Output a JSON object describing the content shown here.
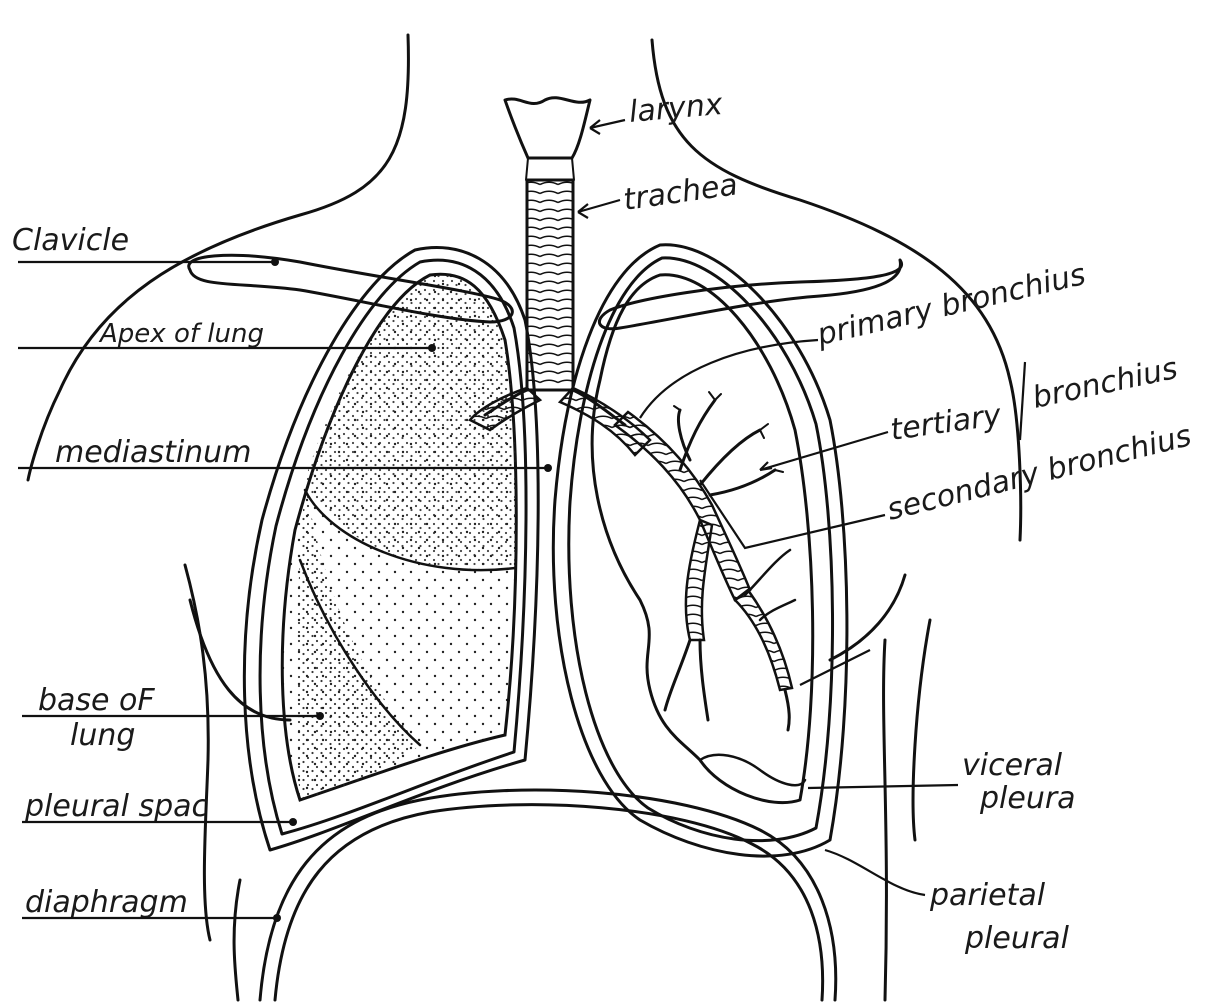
{
  "labels": {
    "clavicle": "Clavicle",
    "apex": "Apex of lung",
    "mediastinum": "mediastinum",
    "base_line1": "base oF",
    "base_line2": "lung",
    "pleural_space": "pleural spac",
    "diaphragm": "diaphragm",
    "larynx": "larynx",
    "trachea": "trachea",
    "primary": "primary bronchius",
    "tertiary": "tertiary",
    "bronchius": "bronchius",
    "secondary": "secondary bronchius",
    "visceral_1": "viceral",
    "visceral_2": "pleura",
    "parietal_1": "parietal",
    "parietal_2": "pleural"
  }
}
